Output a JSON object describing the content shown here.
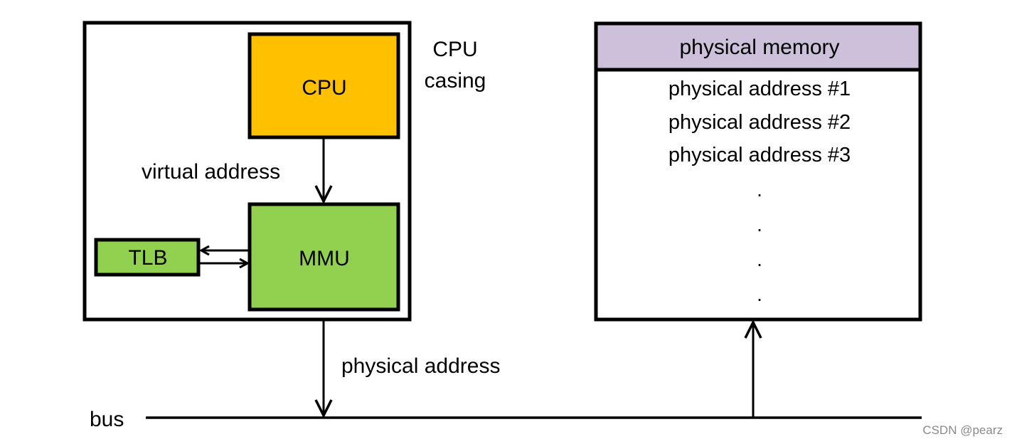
{
  "diagram": {
    "cpu_casing_label": [
      "CPU",
      "casing"
    ],
    "cpu": {
      "label": "CPU",
      "color": "#FFC000"
    },
    "mmu": {
      "label": "MMU",
      "color": "#92D050"
    },
    "tlb": {
      "label": "TLB",
      "color": "#92D050"
    },
    "virtual_address_label": "virtual address",
    "physical_address_label": "physical address",
    "bus_label": "bus",
    "memory": {
      "header": "physical memory",
      "header_color": "#CCC0DA",
      "rows": [
        "physical address #1",
        "physical address #2",
        "physical address #3"
      ],
      "ellipsis": [
        ".",
        ".",
        ".",
        "."
      ]
    }
  },
  "watermark": "CSDN @pearz"
}
